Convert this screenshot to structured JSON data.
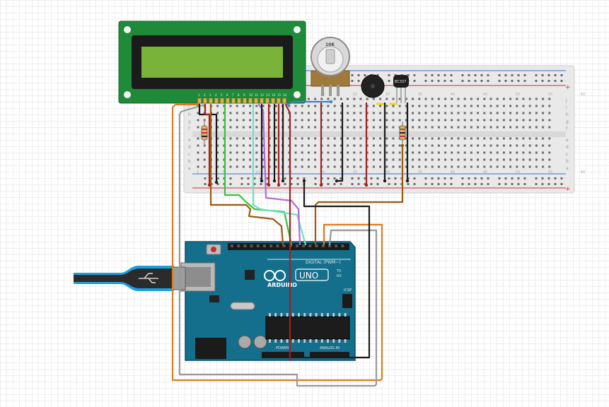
{
  "pot": {
    "label": "10K"
  },
  "transistor": {
    "label": "BC337"
  },
  "arduino": {
    "brand": "ARDUINO",
    "model": "UNO",
    "digital_label": "DIGITAL (PWM~)",
    "power_label": "POWER",
    "analog_label": "ANALOG IN",
    "icsp_label": "ICSP",
    "tx_label": "TX",
    "rx_label": "RX"
  },
  "breadboard": {
    "col_labels": [
      "1",
      "5",
      "10",
      "15",
      "20",
      "25",
      "30",
      "35",
      "40",
      "45",
      "50",
      "55",
      "60"
    ],
    "row_labels_top": [
      "j",
      "i",
      "h",
      "g",
      "f"
    ],
    "row_labels_bottom": [
      "e",
      "d",
      "c",
      "b",
      "a"
    ]
  },
  "lcd": {
    "pin_labels": [
      "1",
      "2",
      "3",
      "4",
      "5",
      "6",
      "7",
      "8",
      "9",
      "10",
      "11",
      "12",
      "13",
      "14",
      "15",
      "16"
    ]
  },
  "colors": {
    "board": "#136f8c",
    "breadboard": "#e9e9e9",
    "lcd_pcb": "#1f8a3a",
    "lcd_screen": "#7ab33a",
    "wire_black": "#1a1a1a",
    "wire_red": "#a32020",
    "wire_orange": "#e07a1f",
    "wire_brown": "#9a5a12",
    "wire_green": "#37c23a",
    "wire_cyan": "#6fe0c8",
    "wire_purple": "#b36ad6",
    "wire_gray": "#9a9a9a",
    "wire_blue": "#3b82d6",
    "usb_glow": "#1a9fe0"
  }
}
